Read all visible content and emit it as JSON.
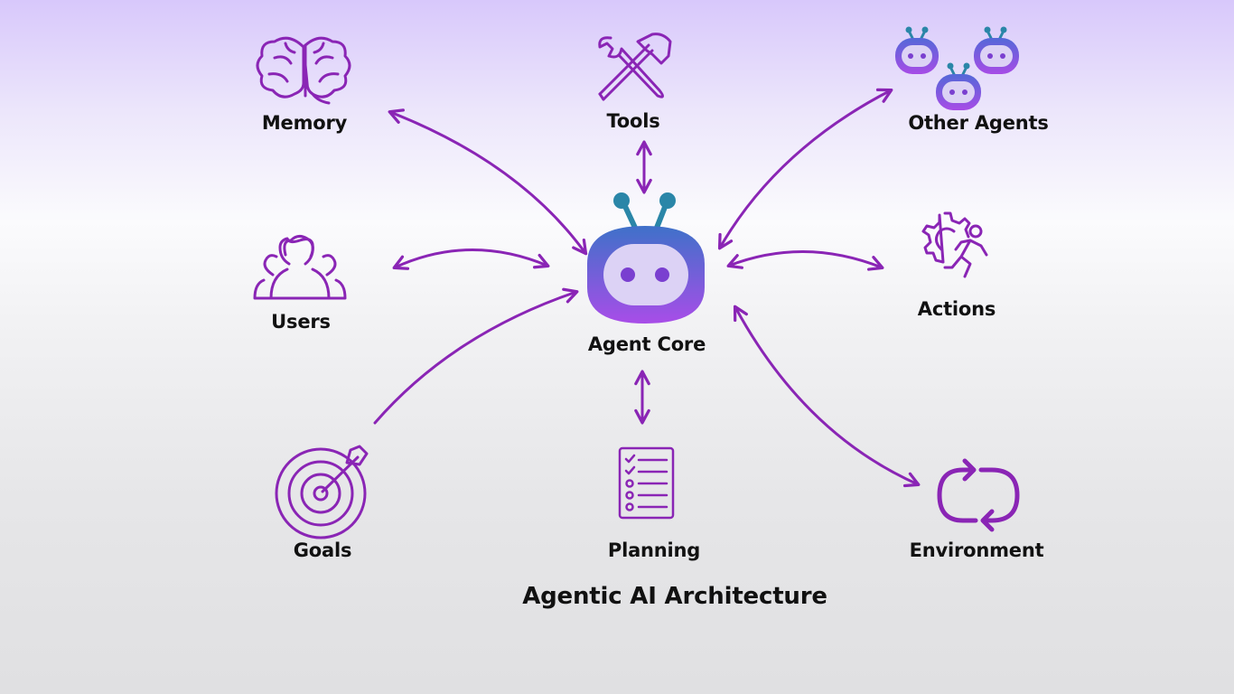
{
  "diagram": {
    "title": "Agentic AI Architecture",
    "center": {
      "label": "Agent Core",
      "icon": "robot-head-icon"
    },
    "nodes": [
      {
        "id": "memory",
        "label": "Memory",
        "icon": "brain-icon"
      },
      {
        "id": "tools",
        "label": "Tools",
        "icon": "wrench-hammer-icon"
      },
      {
        "id": "other_agents",
        "label": "Other Agents",
        "icon": "robot-group-icon"
      },
      {
        "id": "users",
        "label": "Users",
        "icon": "users-icon"
      },
      {
        "id": "actions",
        "label": "Actions",
        "icon": "gear-runner-icon"
      },
      {
        "id": "goals",
        "label": "Goals",
        "icon": "target-arrow-icon"
      },
      {
        "id": "planning",
        "label": "Planning",
        "icon": "checklist-icon"
      },
      {
        "id": "environment",
        "label": "Environment",
        "icon": "cycle-arrows-icon"
      }
    ],
    "edges": [
      {
        "from": "memory",
        "to": "agent_core",
        "direction": "both"
      },
      {
        "from": "tools",
        "to": "agent_core",
        "direction": "both"
      },
      {
        "from": "other_agents",
        "to": "agent_core",
        "direction": "both"
      },
      {
        "from": "users",
        "to": "agent_core",
        "direction": "both"
      },
      {
        "from": "actions",
        "to": "agent_core",
        "direction": "both"
      },
      {
        "from": "goals",
        "to": "agent_core",
        "direction": "to_core"
      },
      {
        "from": "planning",
        "to": "agent_core",
        "direction": "both"
      },
      {
        "from": "environment",
        "to": "agent_core",
        "direction": "both"
      }
    ]
  },
  "colors": {
    "accent": "#8a25b5",
    "robot_top": "#3f71c9",
    "robot_bottom": "#a84de8",
    "antenna": "#2a86a8",
    "face": "#dcd2f5",
    "eyes": "#7a3fd0",
    "text": "#111111"
  }
}
